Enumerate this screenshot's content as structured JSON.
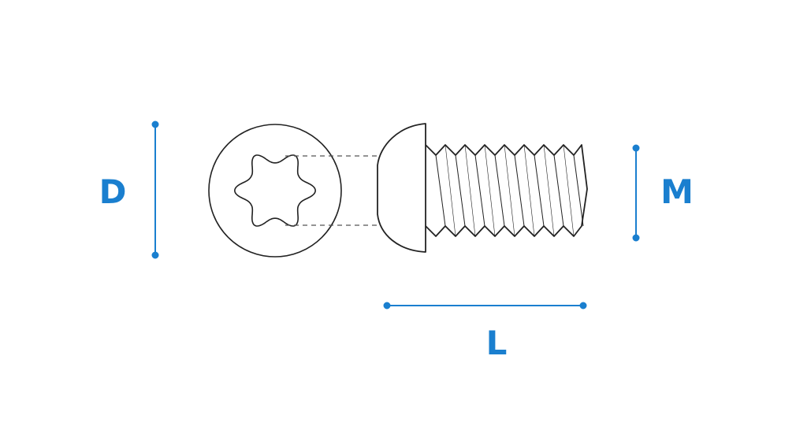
{
  "labels": {
    "diameter": "D",
    "thread": "M",
    "length": "L"
  },
  "colors": {
    "dimension": "#1a7fcf",
    "outline": "#222222",
    "dash": "#555555"
  },
  "head_drive": "torx-hexalobular"
}
